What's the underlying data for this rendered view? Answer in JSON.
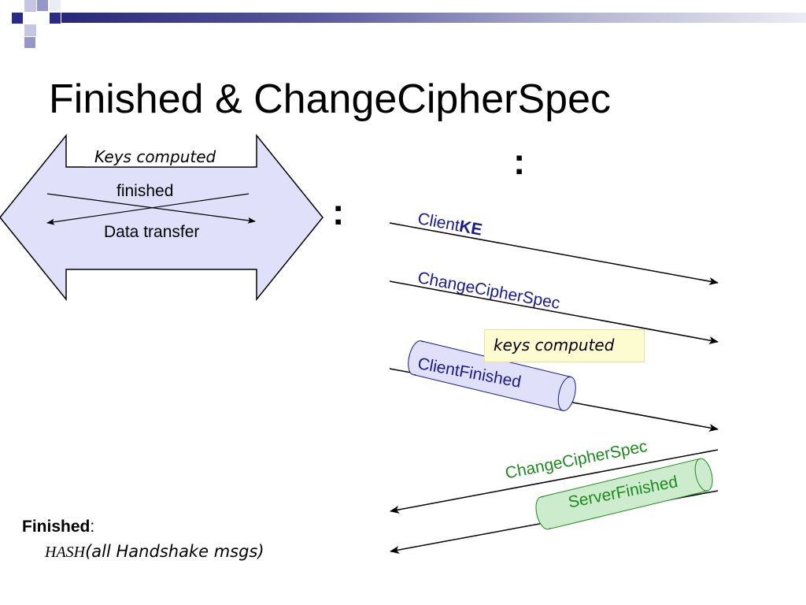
{
  "title": "Finished & ChangeCipherSpec",
  "left_diagram": {
    "keys_computed": "Keys computed",
    "finished": "finished",
    "data_transfer": "Data transfer"
  },
  "ellipsis": ":",
  "messages": {
    "client_ke_prefix": "Client",
    "client_ke_bold": "KE",
    "change_cipher_spec_client": "ChangeCipherSpec",
    "keys_computed": "keys computed",
    "client_finished": "ClientFinished",
    "change_cipher_spec_server": "ChangeCipherSpec",
    "server_finished": "ServerFinished"
  },
  "footer": {
    "finished_label": "Finished",
    "colon": ":",
    "hash_word": "HASH",
    "hash_rest": "(all Handshake msgs)"
  },
  "colors": {
    "navy": "#1a1a8c",
    "green": "#1f8a1f",
    "arrow_fill": "#e0e0fb",
    "note_fill": "#fdfbd0"
  }
}
